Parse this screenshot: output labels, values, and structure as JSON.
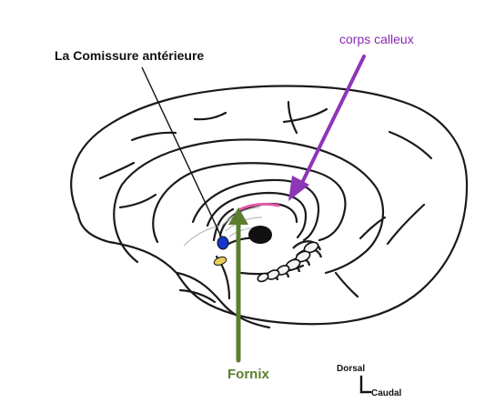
{
  "labels": {
    "comissure": "La Comissure antérieure",
    "corps_calleux": "corps calleux",
    "fornix": "Fornix",
    "dorsal": "Dorsal",
    "caudal": "Caudal"
  },
  "colors": {
    "outline": "#1a1a1a",
    "corps_arrow": "#8e35b8",
    "fornix_arrow": "#5b7e2e",
    "commissure_blue": "#1437c9",
    "commissure_yellow": "#e8cf57",
    "callosum_pink": "#e15aa8"
  }
}
